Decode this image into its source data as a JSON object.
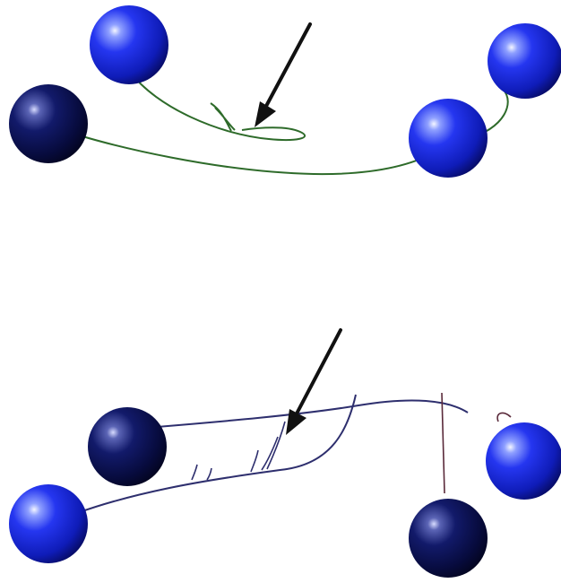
{
  "colors": {
    "background": "#ffffff",
    "sphere_bright": "#1f2fe8",
    "sphere_dark": "#0c0f4a",
    "curve_top": "#2e6b2a",
    "curve_bottom": "#2e2f6e",
    "curve_bottom_accent": "#5a2a3a",
    "arrow": "#111111"
  },
  "panels": [
    {
      "name": "top-panel",
      "spheres": [
        {
          "id": "top-sphere-a",
          "tone": "bright"
        },
        {
          "id": "top-sphere-b",
          "tone": "dark"
        },
        {
          "id": "top-sphere-c",
          "tone": "bright"
        },
        {
          "id": "top-sphere-d",
          "tone": "bright"
        }
      ]
    },
    {
      "name": "bottom-panel",
      "spheres": [
        {
          "id": "bottom-sphere-a",
          "tone": "dark"
        },
        {
          "id": "bottom-sphere-b",
          "tone": "bright"
        },
        {
          "id": "bottom-sphere-c",
          "tone": "dark"
        },
        {
          "id": "bottom-sphere-d",
          "tone": "bright"
        }
      ]
    }
  ]
}
